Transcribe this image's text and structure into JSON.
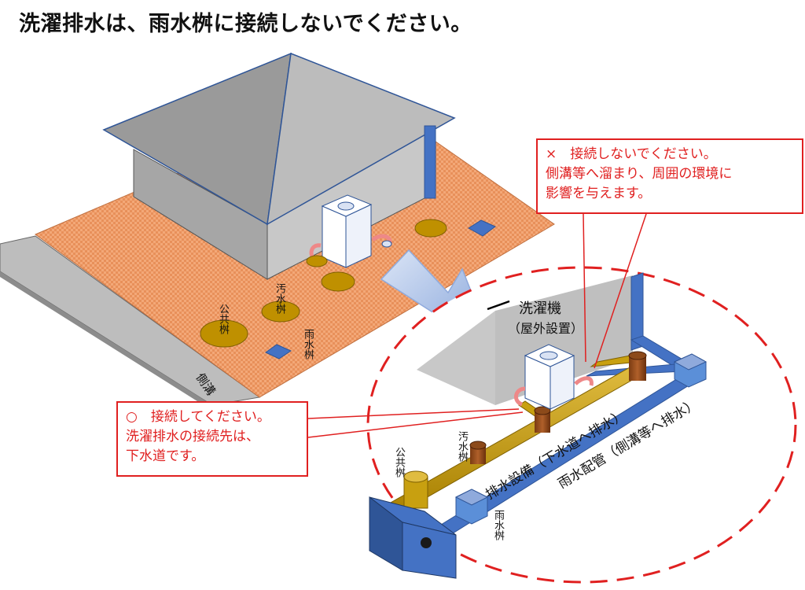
{
  "title": "洗濯排水は、雨水桝に接続しないでください。",
  "note_ng": {
    "line1": "×　接続しないでください。",
    "line2": "側溝等へ溜まり、周囲の環境に",
    "line3": "影響を与えます。"
  },
  "note_ok": {
    "line1": "○　接続してください。",
    "line2": "洗濯排水の接続先は、",
    "line3": "下水道です。"
  },
  "labels": {
    "public_basin": "公共桝",
    "sewage_basin": "汚水桝",
    "rain_basin": "雨水桝",
    "side_ditch": "側溝",
    "washer": "洗濯機",
    "washer_outdoor": "（屋外設置）",
    "drainage_equipment": "排水設備（下水道へ排水）",
    "rain_pipe": "雨水配管（側溝等へ排水）"
  },
  "colors": {
    "warning_red": "#e02020",
    "ground_orange": "#f0a070",
    "house_gray": "#bfbfbf",
    "basin_gold": "#bf9000",
    "pipe_gold": "#c8a010",
    "rain_blue": "#4472c4",
    "arrow_blue": "#8faadc"
  }
}
